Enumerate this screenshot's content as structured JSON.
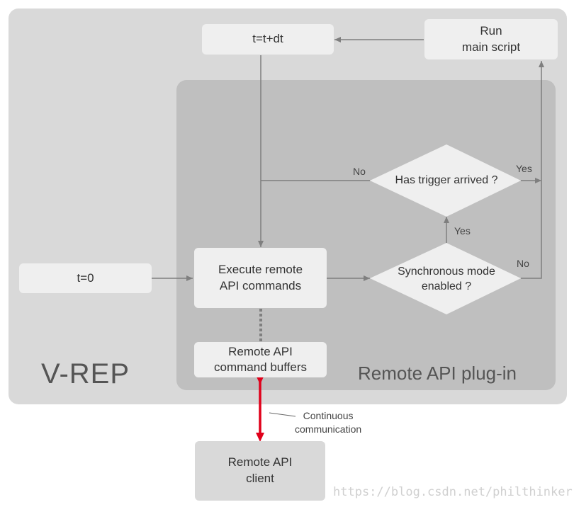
{
  "diagram": {
    "container_label": "V-REP",
    "plugin_label": "Remote API plug-in",
    "nodes": {
      "t_step": "t=t+dt",
      "run_main": "Run\nmain script",
      "t_zero": "t=0",
      "execute": "Execute remote\nAPI commands",
      "buffers": "Remote API\ncommand buffers",
      "client": "Remote API\nclient"
    },
    "decisions": {
      "trigger": "Has trigger arrived ?",
      "sync": "Synchronous mode\nenabled ?"
    },
    "edge_labels": {
      "trigger_no": "No",
      "trigger_yes": "Yes",
      "sync_yes": "Yes",
      "sync_no": "No",
      "communication": "Continuous\ncommunication"
    },
    "colors": {
      "vrep_bg": "#d9d9d9",
      "plugin_bg": "#bfbfbf",
      "node_bg": "#efefef",
      "arrow": "#7f7f7f",
      "communication_arrow": "#e0001a"
    }
  },
  "watermark": "https://blog.csdn.net/philthinker"
}
